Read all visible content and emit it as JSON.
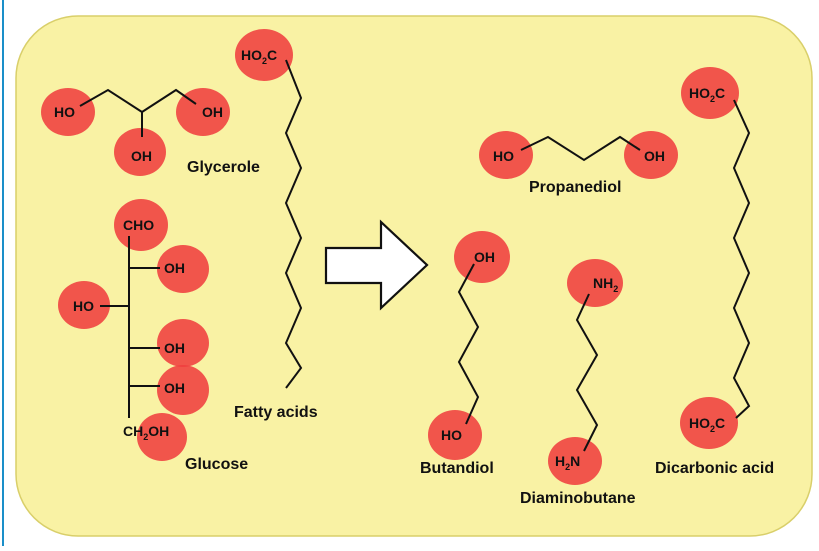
{
  "colors": {
    "background_panel": "#f9f2a4",
    "panel_border": "#d9cf6a",
    "frame_edge": "#1a8fc9",
    "functional_group": "#ef3f3f",
    "ink": "#111111"
  },
  "molecules": {
    "glycerole": {
      "label": "Glycerole",
      "groups": [
        "HO",
        "OH",
        "OH"
      ]
    },
    "glucose": {
      "label": "Glucose",
      "groups": [
        "CHO",
        "OH",
        "HO",
        "OH",
        "OH"
      ],
      "ch2oh": {
        "c": "CH",
        "sub": "2",
        "oh": "OH"
      }
    },
    "fatty_acids": {
      "label": "Fatty acids",
      "head": {
        "pre": "HO",
        "sub": "2",
        "post": "C"
      }
    },
    "propanediol": {
      "label": "Propanediol",
      "groups": [
        "HO",
        "OH"
      ]
    },
    "butandiol": {
      "label": "Butandiol",
      "groups": [
        "OH",
        "HO"
      ]
    },
    "diaminobutane": {
      "label": "Diaminobutane",
      "top": {
        "pre": "NH",
        "sub": "2"
      },
      "bottom": {
        "pre": "H",
        "sub": "2",
        "post": "N"
      }
    },
    "dicarbonic_acid": {
      "label": "Dicarbonic acid",
      "top": {
        "pre": "HO",
        "sub": "2",
        "post": "C"
      },
      "bottom": {
        "pre": "HO",
        "sub": "2",
        "post": "C"
      }
    }
  },
  "arrow": {
    "icon": "conversion-arrow-icon"
  }
}
